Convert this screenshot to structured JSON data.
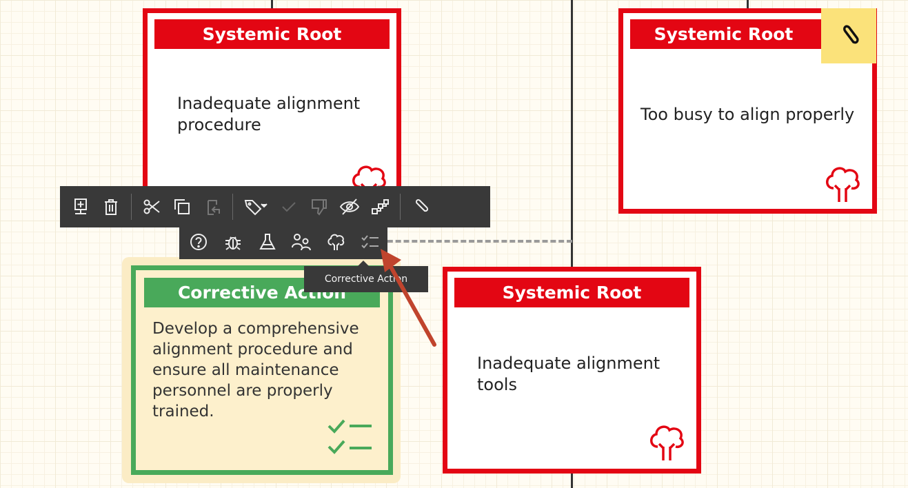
{
  "cards": [
    {
      "title": "Systemic Root",
      "text": "Inadequate alignment procedure",
      "icon": "root-cause-tree-icon"
    },
    {
      "title": "Systemic Root",
      "text": "Too busy to align properly",
      "icon": "root-cause-tree-icon",
      "badge": "paperclip-icon"
    },
    {
      "title": "Systemic Root",
      "text": "Inadequate alignment tools",
      "icon": "root-cause-tree-icon"
    }
  ],
  "corrective_action": {
    "title": "Corrective Action",
    "text": "Develop a comprehensive alignment procedure and ensure all maintenance personnel are properly trained.",
    "icon": "checklist-icon"
  },
  "toolbar": {
    "row1": [
      "add-child-icon",
      "delete-icon",
      "cut-icon",
      "copy-icon",
      "paste-icon",
      "tag-dropdown-icon",
      "check-icon",
      "thumbs-down-icon",
      "hide-icon",
      "layout-icon",
      "paperclip-icon"
    ],
    "row2": [
      "question-icon",
      "bug-icon",
      "flask-icon",
      "people-icon",
      "tree-icon",
      "checklist-icon"
    ]
  },
  "tooltip": {
    "text": "Corrective Action"
  },
  "colors": {
    "root": "#e30613",
    "action": "#49a95a",
    "toolbar": "#393939",
    "attach_badge": "#fbe27a",
    "arrow": "#c0442d"
  }
}
